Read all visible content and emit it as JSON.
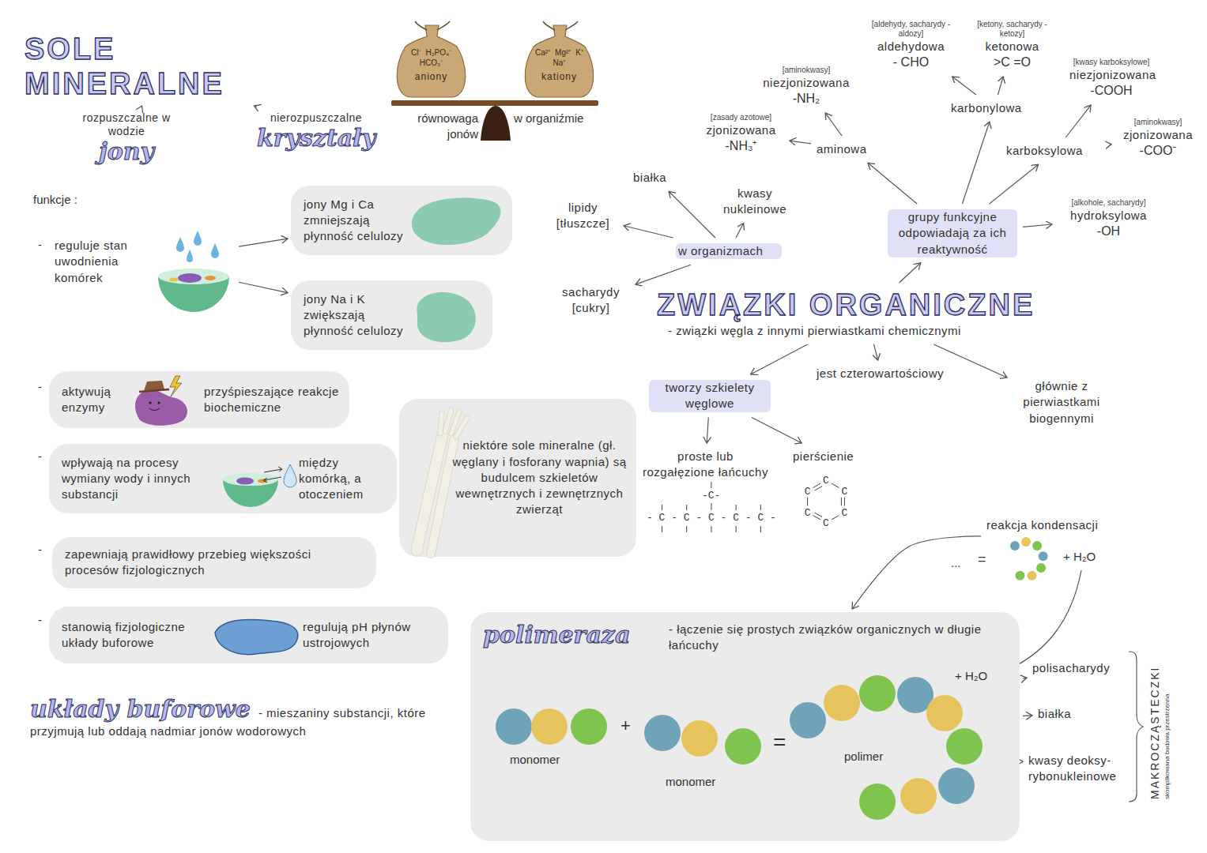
{
  "diagram": {
    "nodes": [
      {
        "text": [
          "SOLE MINERALNE"
        ]
      },
      {
        "text": [
          "rozpuszczalne w wodzie",
          "jony"
        ]
      },
      {
        "text": [
          "nierozpuszczalne",
          "kryształy"
        ]
      },
      {
        "text": [
          "Cl⁻",
          "H₂PO₄⁻",
          "HCO₃⁻",
          "aniony"
        ]
      },
      {
        "text": [
          "Ca²⁺",
          "Mg²⁺",
          "K⁺",
          "Na⁺",
          "kationy"
        ]
      },
      {
        "text": [
          "reguluje stan uwodnienia komórek"
        ]
      },
      {
        "text": [
          "jony Mg i Ca zmniejszają płynność celulozy"
        ]
      },
      {
        "text": [
          "jony Na i K zwiększają płynność celulozy"
        ]
      },
      {
        "text": [
          "aktywują enzymy",
          "przyśpieszające reakcje biochemiczne"
        ]
      },
      {
        "text": [
          "wpływają na procesy wymiany wody i innych substancji",
          "między komórką, a otoczeniem"
        ]
      },
      {
        "text": [
          "zapewniają prawidłowy przebieg większości procesów fizjologicznych"
        ]
      },
      {
        "text": [
          "stanowią fizjologiczne układy buforowe",
          "regulują pH płynów ustrojowych"
        ]
      },
      {
        "text": [
          "układy buforowe",
          "- mieszaniny substancji, które przyjmują lub oddają nadmiar jonów wodorowych"
        ]
      },
      {
        "text": [
          "niektóre sole mineralne (gł. węglany i fosforany wapnia) są budulcem szkieletów wewnętrznych i zewnętrznych zwierząt"
        ]
      },
      {
        "text": [
          "lipidy [tłuszcze]"
        ]
      },
      {
        "text": [
          "białka"
        ]
      },
      {
        "text": [
          "kwasy nukleinowe"
        ]
      },
      {
        "text": [
          "w organizmach"
        ]
      },
      {
        "text": [
          "sacharydy [cukry]"
        ]
      },
      {
        "text": [
          "ZWIĄZKI ORGANICZNE",
          "- związki węgla z innymi pierwiastkami chemicznymi"
        ]
      },
      {
        "text": [
          "grupy funkcyjne odpowiadają za ich reaktywność"
        ]
      },
      {
        "text": [
          "aminowa"
        ]
      },
      {
        "text": [
          "[aminokwasy]",
          "niezjonizowana",
          "-NH₂"
        ]
      },
      {
        "text": [
          "[zasady azotowe]",
          "zjonizowana",
          "-NH₃⁺"
        ]
      },
      {
        "text": [
          "karbonylowa"
        ]
      },
      {
        "text": [
          "[aldehydy, sacharydy - aldozy]",
          "aldehydowa",
          "- CHO"
        ]
      },
      {
        "text": [
          "[ketony, sacharydy - ketozy]",
          "ketonowa",
          ">C =O"
        ]
      },
      {
        "text": [
          "karboksylowa"
        ]
      },
      {
        "text": [
          "[kwasy karboksylowe]",
          "niezjonizowana",
          "-COOH"
        ]
      },
      {
        "text": [
          "[aminokwasy]",
          "zjonizowana",
          "-COO⁻"
        ]
      },
      {
        "text": [
          "[alkohole, sacharydy]",
          "hydroksylowa",
          "-OH"
        ]
      },
      {
        "text": [
          "tworzy szkielety węglowe"
        ]
      },
      {
        "text": [
          "jest czterowartościowy"
        ]
      },
      {
        "text": [
          "głównie z pierwiastkami biogennymi"
        ]
      },
      {
        "text": [
          "proste lub rozgałęzione łańcuchy"
        ]
      },
      {
        "text": [
          "pierścienie"
        ]
      },
      {
        "text": [
          "reakcja kondensacji"
        ]
      },
      {
        "text": [
          "polimeraza",
          "- łączenie się prostych związków organicznych w długie łańcuchy"
        ]
      },
      {
        "text": [
          "polisacharydy"
        ]
      },
      {
        "text": [
          "białka"
        ]
      },
      {
        "text": [
          "kwasy deoksy- rybonukleinowe"
        ]
      }
    ],
    "edges": [
      {
        "from": 0,
        "to": 1,
        "arrow": "to"
      },
      {
        "from": 0,
        "to": 2,
        "arrow": "to"
      },
      {
        "from": 5,
        "to": 6,
        "arrow": "to"
      },
      {
        "from": 5,
        "to": 7,
        "arrow": "to"
      },
      {
        "from": 17,
        "to": 14,
        "arrow": "to"
      },
      {
        "from": 17,
        "to": 15,
        "arrow": "to"
      },
      {
        "from": 17,
        "to": 16,
        "arrow": "to"
      },
      {
        "from": 17,
        "to": 18,
        "arrow": "to"
      },
      {
        "from": 19,
        "to": 20,
        "arrow": "to"
      },
      {
        "from": 20,
        "to": 21,
        "arrow": "to"
      },
      {
        "from": 20,
        "to": 24,
        "arrow": "to"
      },
      {
        "from": 20,
        "to": 27,
        "arrow": "to"
      },
      {
        "from": 20,
        "to": 30,
        "arrow": "to"
      },
      {
        "from": 21,
        "to": 22,
        "arrow": "to"
      },
      {
        "from": 21,
        "to": 23,
        "arrow": "to"
      },
      {
        "from": 24,
        "to": 25,
        "arrow": "to"
      },
      {
        "from": 24,
        "to": 26,
        "arrow": "to"
      },
      {
        "from": 27,
        "to": 28,
        "arrow": "to"
      },
      {
        "from": 27,
        "to": 29,
        "arrow": "to"
      },
      {
        "from": 19,
        "to": 31,
        "arrow": "to"
      },
      {
        "from": 19,
        "to": 32,
        "arrow": "to"
      },
      {
        "from": 19,
        "to": 33,
        "arrow": "to"
      },
      {
        "from": 31,
        "to": 34,
        "arrow": "to"
      },
      {
        "from": 31,
        "to": 35,
        "arrow": "to"
      },
      {
        "from": 36,
        "to": 37,
        "arrow": "to"
      },
      {
        "from": 37,
        "to": 38,
        "arrow": "to"
      },
      {
        "from": 37,
        "to": 39,
        "arrow": "to"
      },
      {
        "from": 37,
        "to": 40,
        "arrow": "to"
      }
    ],
    "labels": [
      "równowaga jonów",
      "w organiźmie",
      "funkcje :",
      "-",
      "-",
      "-",
      "-",
      "-",
      "-C-",
      "- C - C - C - C - C -",
      "C",
      "C",
      "C",
      "C",
      "C",
      "C",
      "...",
      "=",
      "+ H₂O",
      "monomer",
      "+",
      "monomer",
      "=",
      "polimer",
      "+ H₂O",
      "MAKROCZĄSTECZKI",
      "skomplikowana budowa przestrzenna"
    ]
  }
}
